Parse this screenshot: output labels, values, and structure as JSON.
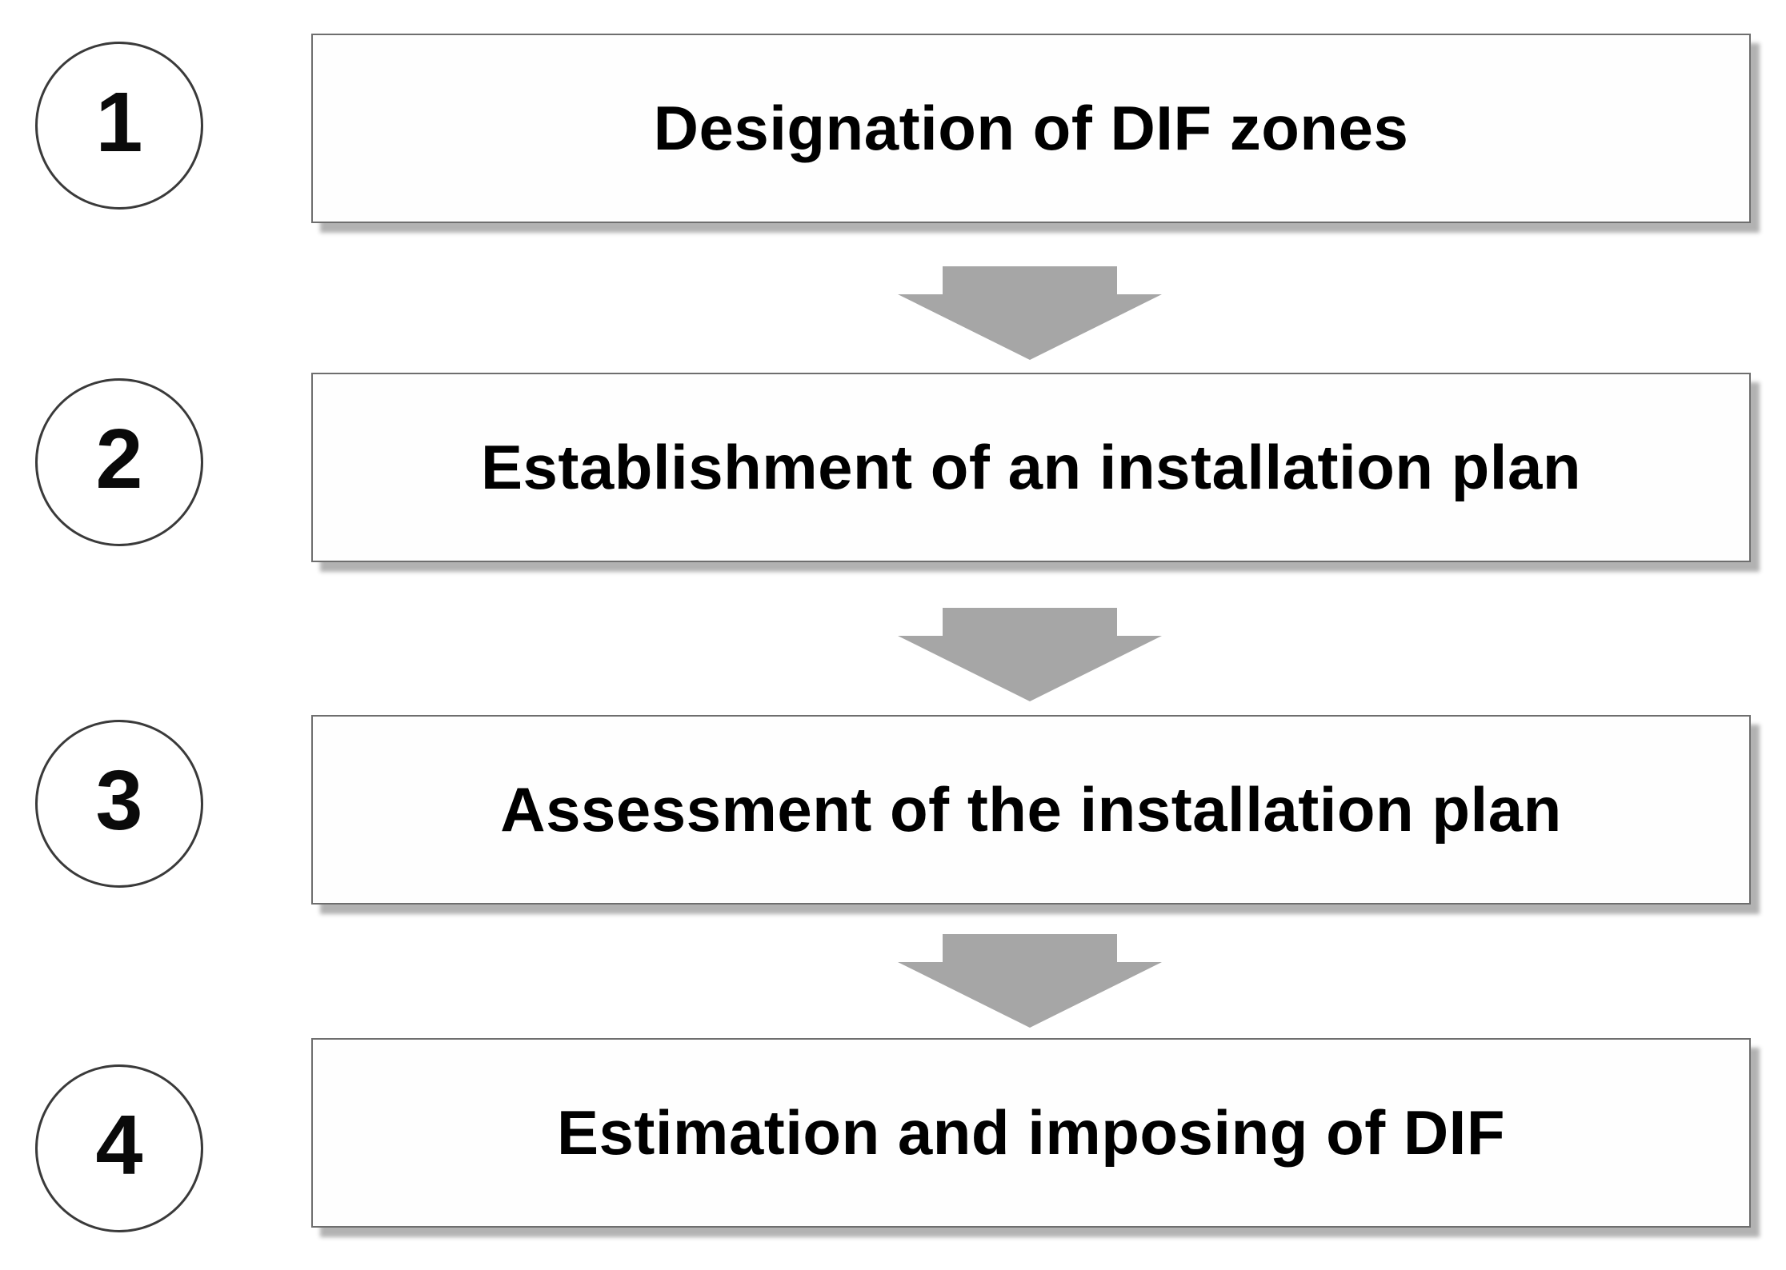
{
  "steps": [
    {
      "number": "1",
      "label": "Designation of DIF zones"
    },
    {
      "number": "2",
      "label": "Establishment of an installation plan"
    },
    {
      "number": "3",
      "label": "Assessment of the installation plan"
    },
    {
      "number": "4",
      "label": "Estimation and imposing of DIF"
    }
  ],
  "colors": {
    "background": "#ffffff",
    "box_fill": "#fefefe",
    "box_border": "#6e6e6e",
    "box_shadow_gray": "#b0b0b0",
    "circle_border": "#3a3a3a",
    "arrow": "#a6a6a6",
    "text": "#000000"
  }
}
